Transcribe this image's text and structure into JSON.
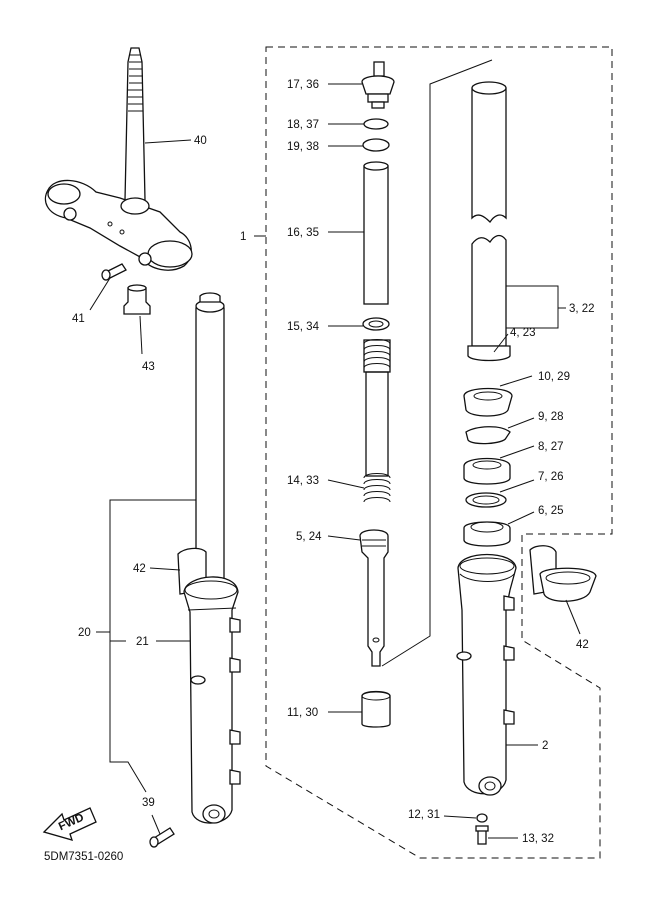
{
  "diagram": {
    "drawing_number": "5DM7351-0260",
    "fwd_mark": "FWD",
    "callouts": {
      "c40": "40",
      "c41": "41",
      "c43": "43",
      "c1": "1",
      "c17_36": "17, 36",
      "c18_37": "18, 37",
      "c19_38": "19, 38",
      "c16_35": "16, 35",
      "c15_34": "15, 34",
      "c14_33": "14, 33",
      "c5_24": "5, 24",
      "c11_30": "11, 30",
      "c3_22": "3, 22",
      "c4_23": "4, 23",
      "c10_29": "10, 29",
      "c9_28": "9, 28",
      "c8_27": "8, 27",
      "c7_26": "7, 26",
      "c6_25": "6, 25",
      "c42_left": "42",
      "c42_right": "42",
      "c20": "20",
      "c21": "21",
      "c2": "2",
      "c39": "39",
      "c12_31": "12, 31",
      "c13_32": "13, 32"
    }
  }
}
